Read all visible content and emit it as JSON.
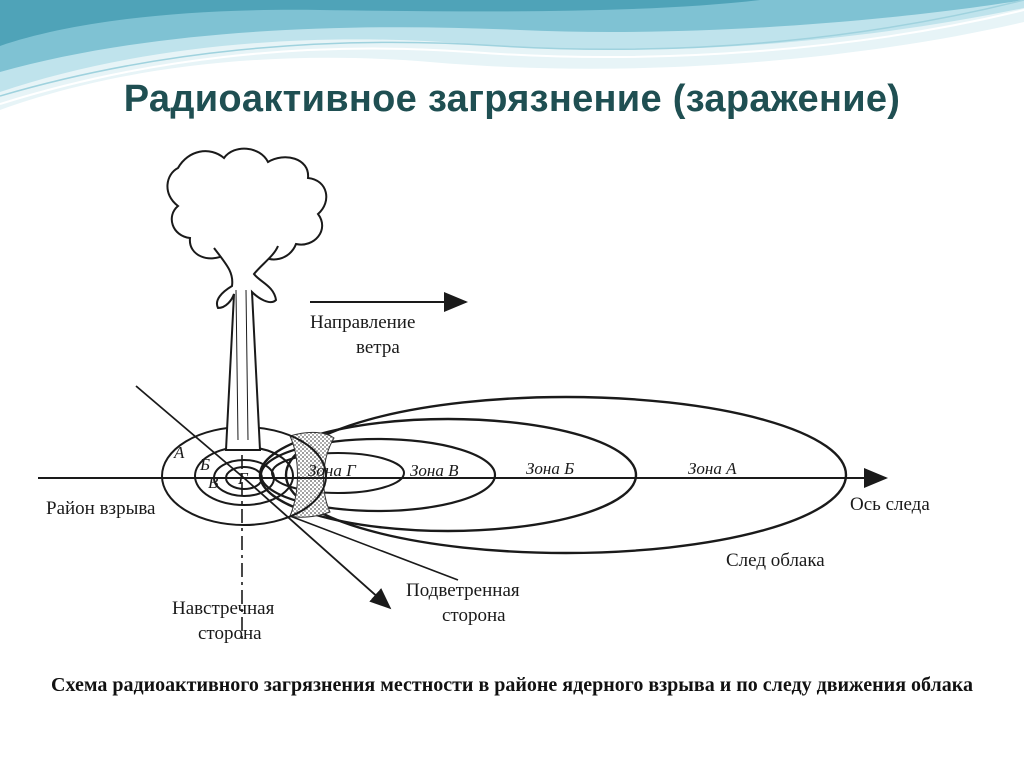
{
  "title": "Радиоактивное загрязнение (заражение)",
  "caption": "Схема радиоактивного загрязнения местности в районе ядерного взрыва и по следу движения облака",
  "diagram": {
    "wind_line1": "Направление",
    "wind_line2": "ветра",
    "zone_g": "Зона Г",
    "zone_v": "Зона В",
    "zone_b": "Зона Б",
    "zone_a": "Зона А",
    "ring_a": "А",
    "ring_b": "Б",
    "ring_v": "В",
    "ring_g": "Г",
    "explosion_area": "Район взрыва",
    "trace_axis": "Ось следа",
    "cloud_trace": "След облака",
    "leeward_line1": "Подветренная",
    "leeward_line2": "сторона",
    "windward_line1": "Навстречная",
    "windward_line2": "сторона"
  },
  "colors": {
    "title": "#1f4f52",
    "wave_dark": "#4fa3b8",
    "wave_light": "#a9d8e3"
  }
}
